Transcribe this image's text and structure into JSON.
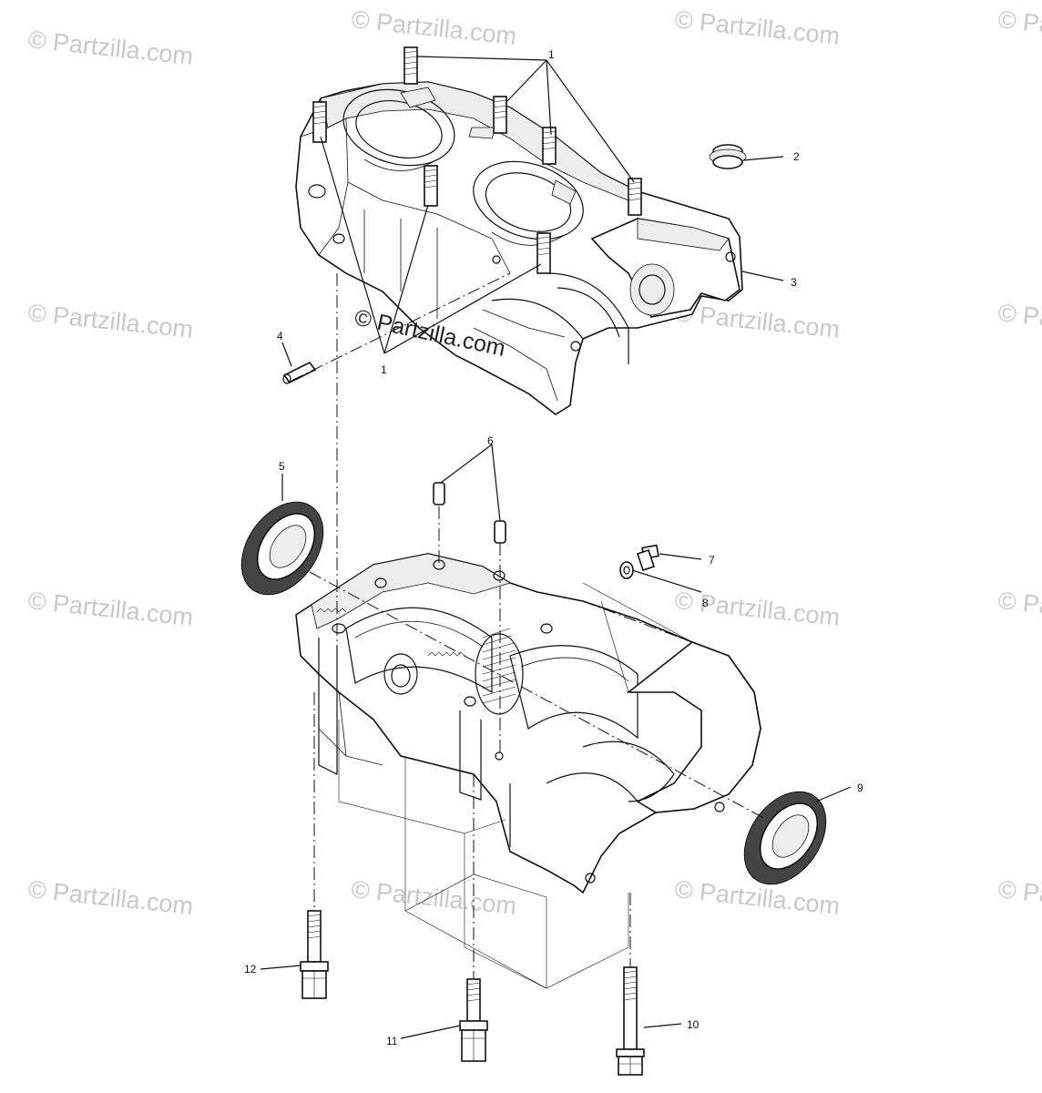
{
  "watermark": "© Partzilla.com",
  "center_watermark": "© Partzilla.com",
  "callouts": {
    "c1_top": "1",
    "c1_bottom": "1",
    "c2": "2",
    "c3": "3",
    "c4": "4",
    "c5": "5",
    "c6": "6",
    "c7": "7",
    "c8": "8",
    "c9": "9",
    "c10": "10",
    "c11": "11",
    "c12": "12"
  }
}
